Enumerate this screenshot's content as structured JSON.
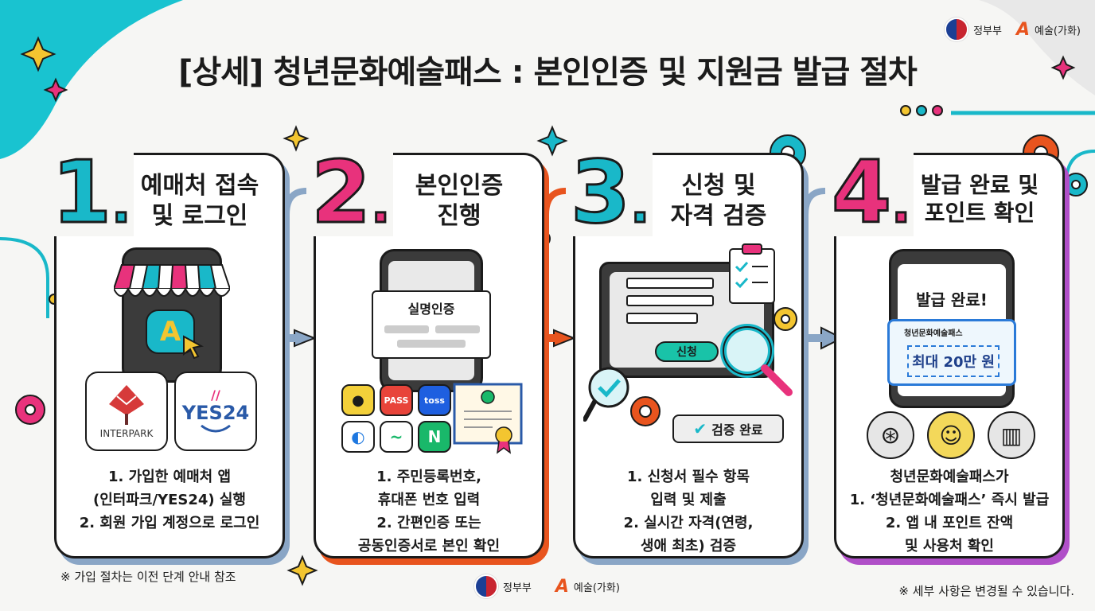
{
  "header": {
    "title": "[상세] 청년문화예술패스 : 본인인증 및 지원금 발급 절차",
    "logos": [
      {
        "icon": "government-emblem-icon",
        "label": "정부부"
      },
      {
        "icon": "arts-logo-icon",
        "label": "예술(가화)"
      }
    ]
  },
  "steps": [
    {
      "number": "1",
      "title_line1": "예매처 접속",
      "title_line2": "및 로그인",
      "color": "#19b8c9",
      "shadow": "#8aa6c6",
      "apps": [
        "INTERPARK",
        "YES24"
      ],
      "desc": [
        "1. 가입한 예매처 앱",
        "(인터파크/YES24) 실행",
        "2. 회원 가입 계정으로 로그인"
      ]
    },
    {
      "number": "2",
      "title_line1": "본인인증",
      "title_line2": "진행",
      "color": "#e8327c",
      "shadow": "#e8541e",
      "screen_label": "실명인증",
      "auth_apps": [
        "PASS",
        "toss",
        "N"
      ],
      "desc": [
        "1. 주민등록번호,",
        "휴대폰 번호 입력",
        "2. 간편인증 또는",
        "공동인증서로 본인 확인"
      ]
    },
    {
      "number": "3",
      "title_line1": "신청 및",
      "title_line2": "자격 검증",
      "color": "#19b8c9",
      "shadow": "#8aa6c6",
      "button_label": "신청",
      "badge_label": "검증 완료",
      "desc": [
        "1. 신청서 필수 항목",
        "입력 및 제출",
        "2. 실시간 자격(연령,",
        "생애 최초) 검증"
      ]
    },
    {
      "number": "4",
      "title_line1": "발급 완료 및",
      "title_line2": "포인트 확인",
      "color": "#e8327c",
      "shadow": "#b04fc8",
      "screen_label": "발급 완료!",
      "ticket_name": "청년문화예술패스",
      "ticket_amount": "최대 20만 원",
      "icons": [
        "film-reel-icon",
        "theater-masks-icon",
        "book-icon"
      ],
      "desc": [
        "청년문화예술패스가",
        "1. ‘청년문화예술패스’ 즉시 발급",
        "2. 앱 내 포인트 잔액",
        "및 사용처 확인"
      ]
    }
  ],
  "footer": {
    "note_left": "※ 가입 절차는 이전 단계 안내 참조",
    "note_right": "※ 세부 사항은 변경될 수 있습니다.",
    "logos": [
      {
        "icon": "government-emblem-icon",
        "label": "정부부"
      },
      {
        "icon": "arts-logo-icon",
        "label": "예술(가화)"
      }
    ]
  },
  "colors": {
    "teal": "#19b8c9",
    "pink": "#e8327c",
    "orange": "#e8541e",
    "gold": "#f3c530",
    "purple": "#b04fc8"
  }
}
